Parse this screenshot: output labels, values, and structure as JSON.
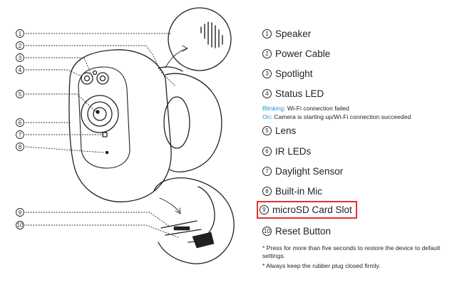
{
  "callouts": [
    "①",
    "②",
    "③",
    "④",
    "⑤",
    "⑥",
    "⑦",
    "⑧",
    "⑨",
    "⑩"
  ],
  "legend": {
    "items": [
      {
        "num": "1",
        "label": "Speaker"
      },
      {
        "num": "2",
        "label": "Power Cable"
      },
      {
        "num": "3",
        "label": "Spotlight"
      },
      {
        "num": "4",
        "label": "Status LED"
      },
      {
        "num": "5",
        "label": "Lens"
      },
      {
        "num": "6",
        "label": "IR LEDs"
      },
      {
        "num": "7",
        "label": "Daylight Sensor"
      },
      {
        "num": "8",
        "label": "Built-in Mic"
      },
      {
        "num": "9",
        "label": "microSD Card Slot"
      },
      {
        "num": "10",
        "label": "Reset Button"
      }
    ],
    "status": {
      "blinking_key": "Blinking:",
      "blinking_text": " Wi-Fi connection failed",
      "on_key": "On:",
      "on_text": " Camera is starting up/Wi-Fi connection succeeded"
    },
    "notes": [
      "* Press for more than five seconds to restore the device to default settings.",
      "* Always keep the rubber plug closed firmly."
    ]
  },
  "colors": {
    "line": "#231f20",
    "accent_blue": "#1a9bd7",
    "highlight_red": "#e8302e"
  }
}
